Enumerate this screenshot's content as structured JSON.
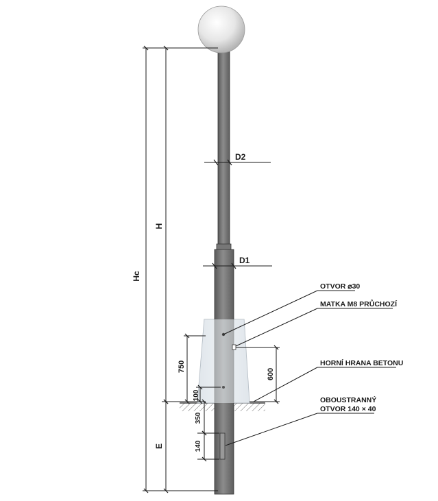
{
  "labels": {
    "hc": "Hc",
    "h": "H",
    "e": "E",
    "d1": "D1",
    "d2": "D2",
    "dim_750": "750",
    "dim_600": "600",
    "dim_100": "100",
    "dim_350": "350",
    "dim_140": "140"
  },
  "annotations": {
    "otvor30": "OTVOR ⌀30",
    "matka": "MATKA M8 PRŮCHOZÍ",
    "horni_hrana": "HORNÍ HRANA BETONU",
    "oboustranny_line1": "OBOUSTRANNÝ",
    "oboustranny_line2": "OTVOR 140 × 40"
  },
  "colors": {
    "pole_dark": "#6e6e6e",
    "pole_light": "#a8a8a8",
    "foundation": "#dde3ea",
    "line": "#1a1a1a"
  }
}
